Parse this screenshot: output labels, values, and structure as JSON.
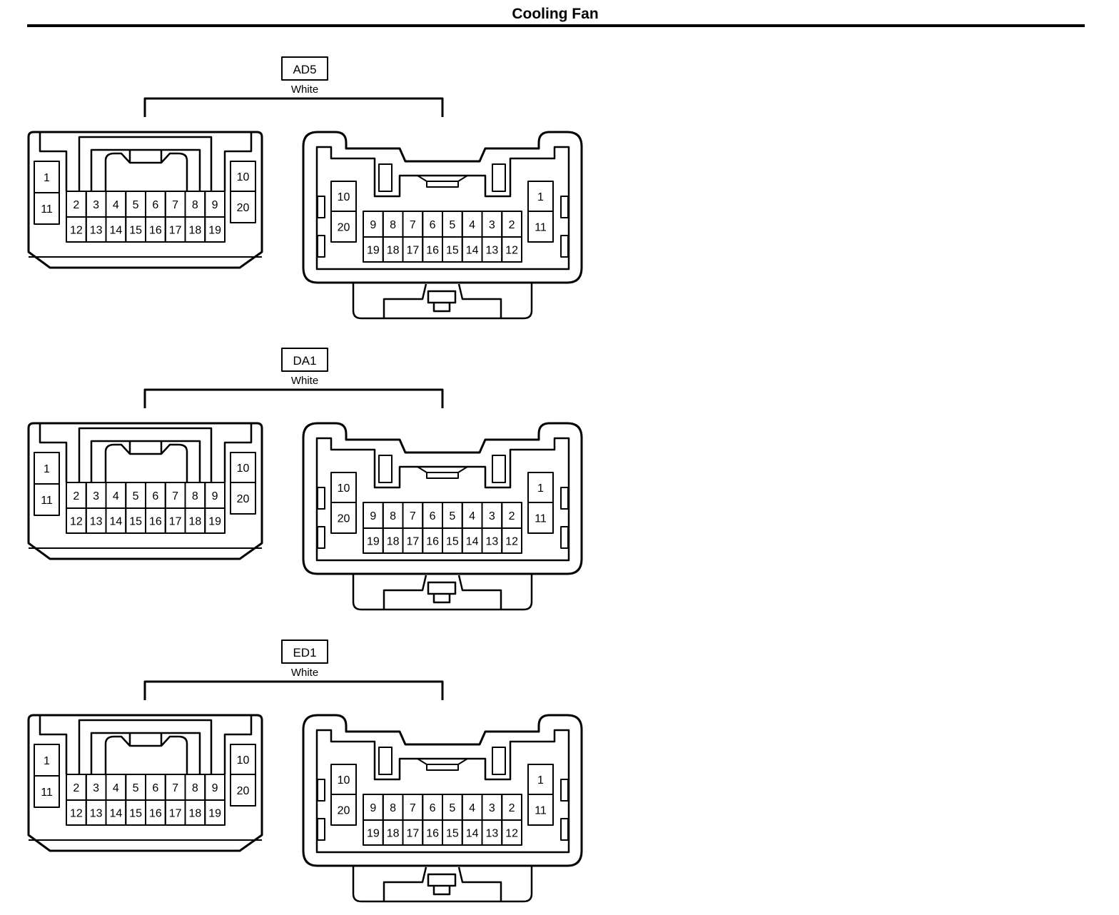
{
  "page": {
    "title": "Cooling Fan"
  },
  "connectors": [
    {
      "code": "AD5",
      "color": "White"
    },
    {
      "code": "DA1",
      "color": "White"
    },
    {
      "code": "ED1",
      "color": "White"
    }
  ],
  "pins": {
    "female_side_left": [
      "1",
      "11"
    ],
    "female_side_right": [
      "10",
      "20"
    ],
    "female_top_row": [
      "2",
      "3",
      "4",
      "5",
      "6",
      "7",
      "8",
      "9"
    ],
    "female_bottom_row": [
      "12",
      "13",
      "14",
      "15",
      "16",
      "17",
      "18",
      "19"
    ],
    "male_side_left": [
      "10",
      "20"
    ],
    "male_side_right": [
      "1",
      "11"
    ],
    "male_top_row": [
      "9",
      "8",
      "7",
      "6",
      "5",
      "4",
      "3",
      "2"
    ],
    "male_bottom_row": [
      "19",
      "18",
      "17",
      "16",
      "15",
      "14",
      "13",
      "12"
    ]
  }
}
